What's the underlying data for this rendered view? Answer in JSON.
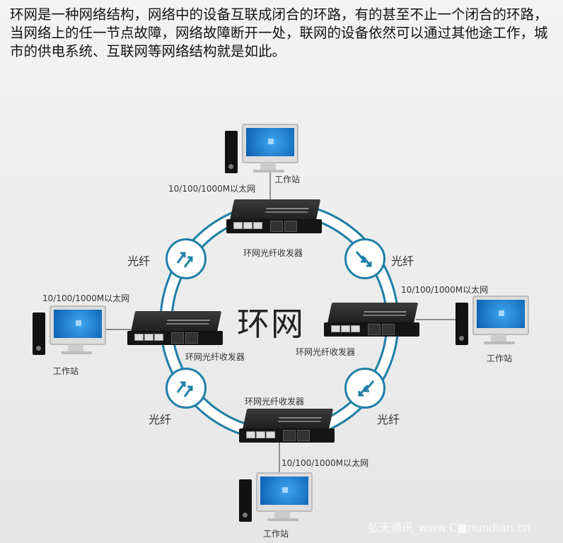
{
  "intro": "环网是一种网络结构，网络中的设备互联成闭合的环路，有的甚至不止一个闭合的环路，当网络上的任一节点故障，网络故障断开一处，联网的设备依然可以通过其他途工作，城市的供电系统、互联网等网络结构就是如此。",
  "center_label": "环网",
  "workstation": "工作站",
  "ethernet": "10/100/1000M以太网",
  "transceiver": "环网光纤收发器",
  "fiber": "光纤",
  "watermark": "弘天通讯_www.C■nuodian.cn",
  "colors": {
    "ring": "#1f7fa6",
    "screen": "#1e88d8"
  },
  "icons": [
    "arrow-up-right-icon",
    "arrow-down-right-icon",
    "arrow-down-left-icon"
  ]
}
